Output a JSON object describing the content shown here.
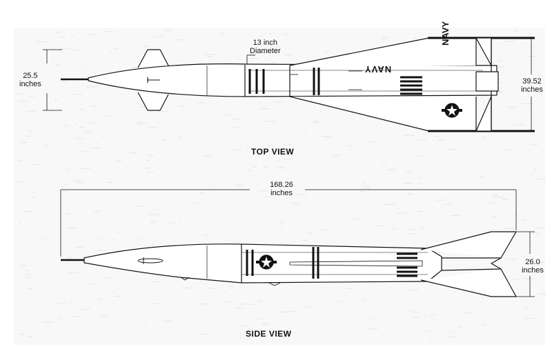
{
  "top_view": {
    "title": "TOP VIEW",
    "diameter_label": [
      "13 inch",
      "Diameter"
    ],
    "left_dim": [
      "25.5",
      "inches"
    ],
    "right_dim": [
      "39.52",
      "inches"
    ],
    "wing_marking": "NAVY",
    "body_marking": "NAVY"
  },
  "side_view": {
    "title": "SIDE VIEW",
    "length_dim": [
      "168.26",
      "inches"
    ],
    "right_dim": [
      "26.0",
      "inches"
    ]
  },
  "colors": {
    "ink": "#111111",
    "paper": "#ffffff",
    "speckle": "#e4e4e4"
  }
}
